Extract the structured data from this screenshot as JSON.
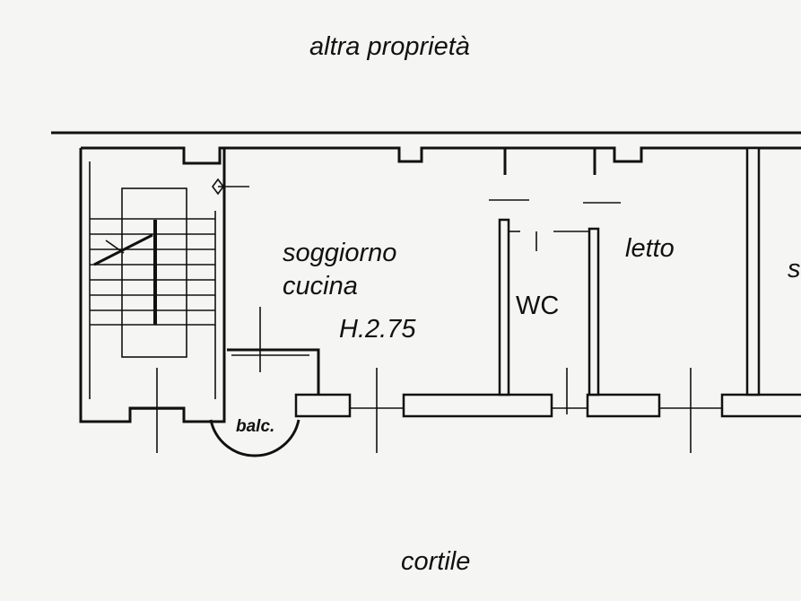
{
  "labels": {
    "top": "altra proprietà",
    "living_1": "soggiorno",
    "living_2": "cucina",
    "height": "H.2.75",
    "wc": "WC",
    "bedroom": "letto",
    "partial_room": "s",
    "balcony": "balc.",
    "bottom": "cortile"
  },
  "colors": {
    "ink": "#111111",
    "paper": "#f5f5f3"
  }
}
